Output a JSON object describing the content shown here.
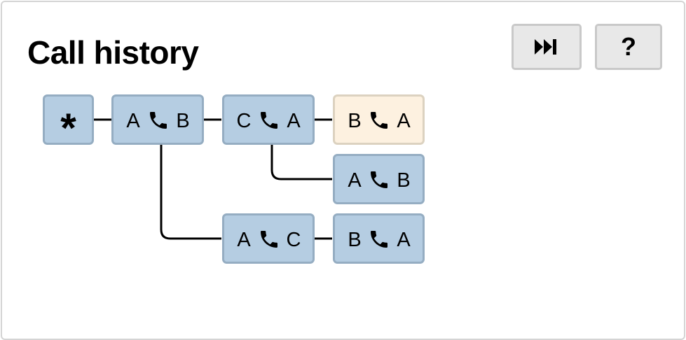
{
  "header": {
    "title": "Call history"
  },
  "toolbar": {
    "skip_icon": "skip-to-end-icon",
    "help_label": "?"
  },
  "colors": {
    "node_fill": "#b5cde2",
    "node_border": "#95adc2",
    "current_fill": "#fdf1e0",
    "current_border": "#dcd2c0",
    "edge": "#000000"
  },
  "call_tree": {
    "root": "*",
    "nodes": [
      {
        "id": "n1",
        "from": "A",
        "to": "B",
        "parent": "root",
        "current": false
      },
      {
        "id": "n2",
        "from": "C",
        "to": "A",
        "parent": "n1",
        "current": false
      },
      {
        "id": "n3",
        "from": "B",
        "to": "A",
        "parent": "n2",
        "current": true
      },
      {
        "id": "n4",
        "from": "A",
        "to": "B",
        "parent": "n2",
        "current": false
      },
      {
        "id": "n5",
        "from": "A",
        "to": "C",
        "parent": "n1",
        "current": false
      },
      {
        "id": "n6",
        "from": "B",
        "to": "A",
        "parent": "n5",
        "current": false
      }
    ]
  }
}
